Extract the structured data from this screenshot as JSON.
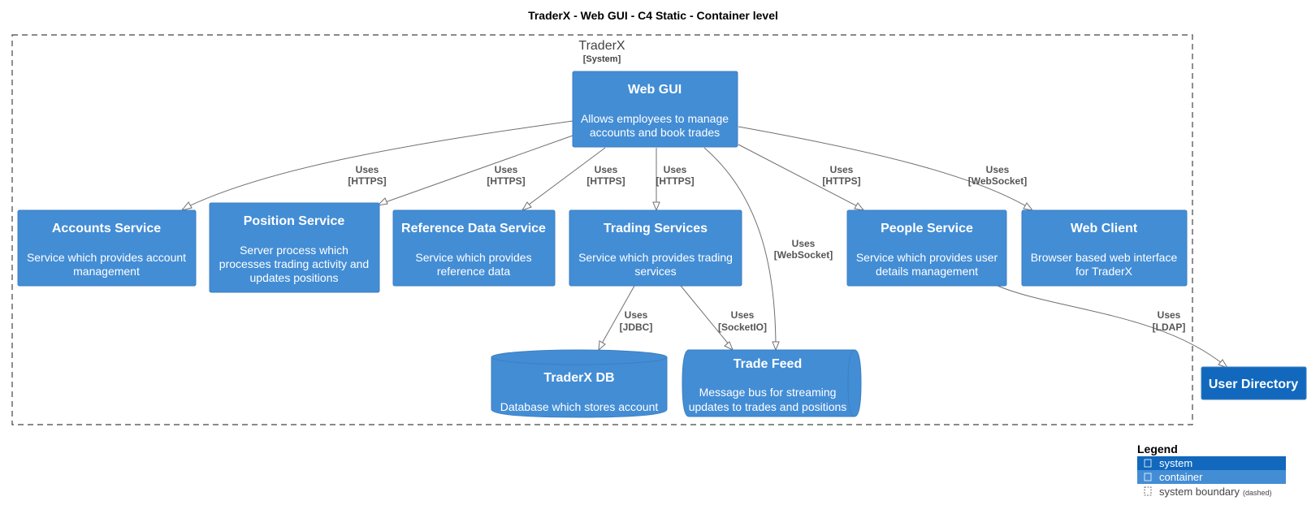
{
  "title": "TraderX - Web GUI - C4 Static - Container level",
  "boundary": {
    "title": "TraderX",
    "type": "[System]"
  },
  "colors": {
    "container": "#438dd5",
    "container_border": "#3c7fc0",
    "system": "#1168bd",
    "system_border": "#3c7fc0",
    "edge": "#707070",
    "boundary": "#444444"
  },
  "nodes": {
    "web_gui": {
      "title": "Web GUI",
      "desc": [
        "Allows employees to manage",
        "accounts and book trades"
      ]
    },
    "accounts": {
      "title": "Accounts Service",
      "desc": [
        "Service which provides account",
        "management"
      ]
    },
    "position": {
      "title": "Position Service",
      "desc": [
        "Server process which",
        "processes trading activity and",
        "updates positions"
      ]
    },
    "refdata": {
      "title": "Reference Data Service",
      "desc": [
        "Service which provides",
        "reference data"
      ]
    },
    "trading": {
      "title": "Trading Services",
      "desc": [
        "Service which provides trading",
        "services"
      ]
    },
    "people": {
      "title": "People Service",
      "desc": [
        "Service which provides user",
        "details management"
      ]
    },
    "webclient": {
      "title": "Web Client",
      "desc": [
        "Browser based web interface",
        "for TraderX"
      ]
    },
    "db": {
      "title": "TraderX DB",
      "desc": [
        "Database which stores account"
      ]
    },
    "tradefeed": {
      "title": "Trade Feed",
      "desc": [
        "Message bus for streaming",
        "updates to trades and positions"
      ]
    },
    "userdir": {
      "title": "User Directory",
      "desc": []
    }
  },
  "edges": {
    "gui_accounts": [
      "Uses",
      "[HTTPS]"
    ],
    "gui_position": [
      "Uses",
      "[HTTPS]"
    ],
    "gui_refdata": [
      "Uses",
      "[HTTPS]"
    ],
    "gui_trading": [
      "Uses",
      "[HTTPS]"
    ],
    "gui_tradefeed": [
      "Uses",
      "[WebSocket]"
    ],
    "gui_people": [
      "Uses",
      "[HTTPS]"
    ],
    "gui_webclient": [
      "Uses",
      "[WebSocket]"
    ],
    "trading_db": [
      "Uses",
      "[JDBC]"
    ],
    "trading_tradefeed": [
      "Uses",
      "[SocketIO]"
    ],
    "people_userdir": [
      "Uses",
      "[LDAP]"
    ]
  },
  "legend": {
    "title": "Legend",
    "items": [
      {
        "label": "system",
        "icon": "square-icon"
      },
      {
        "label": "container",
        "icon": "square-icon"
      },
      {
        "label": "system boundary",
        "note": "(dashed)",
        "icon": "dashed-square-icon"
      }
    ]
  }
}
